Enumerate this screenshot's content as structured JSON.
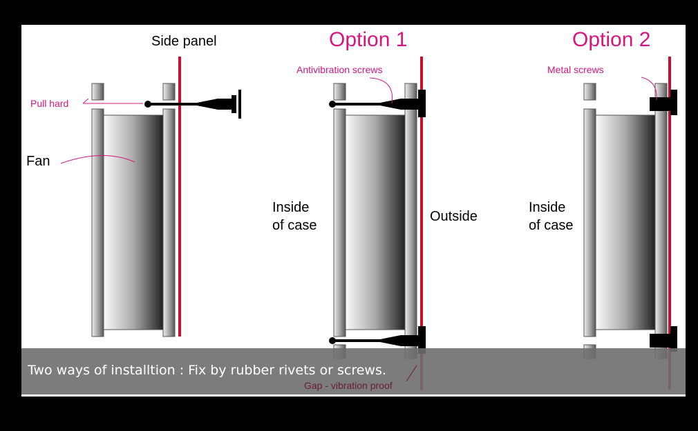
{
  "labels": {
    "side_panel": "Side panel",
    "pull_hard": "Pull hard",
    "fan": "Fan",
    "option1_title": "Option 1",
    "option2_title": "Option 2",
    "antivibration_screws": "Antivibration screws",
    "metal_screws": "Metal screws",
    "inside_line1": "Inside",
    "inside_line2": "of case",
    "outside": "Outside",
    "gap": "Gap - vibration proof"
  },
  "caption": "Two ways of installtion : Fix by rubber rivets or screws.",
  "colors": {
    "accent": "#d6157e",
    "panel": "#c8102e",
    "caption_bg": "#7a7a7a"
  }
}
